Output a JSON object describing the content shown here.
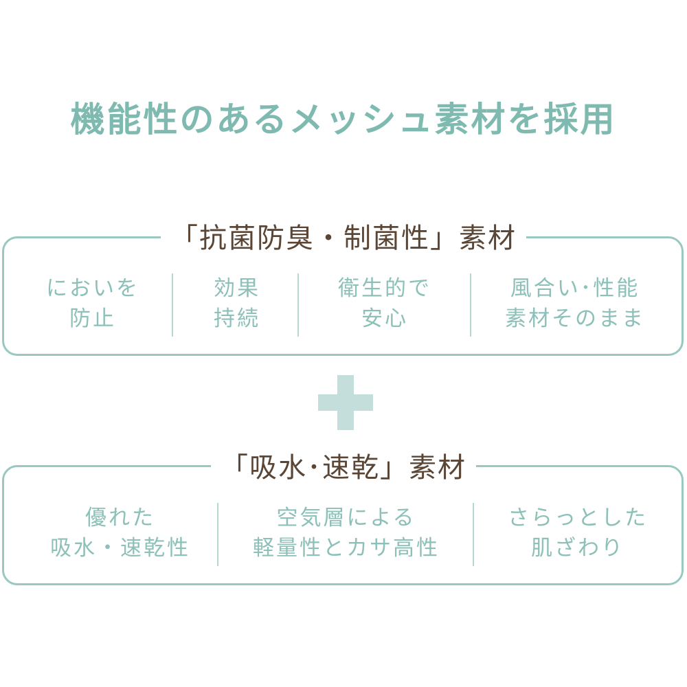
{
  "page": {
    "title": "機能性のあるメッシュ素材を採用"
  },
  "sections": [
    {
      "heading": "「抗菌防臭・制菌性」素材",
      "features": [
        {
          "line1": "においを",
          "line2": "防止"
        },
        {
          "line1": "効果",
          "line2": "持続"
        },
        {
          "line1": "衛生的で",
          "line2": "安心"
        },
        {
          "line1": "風合い･性能",
          "line2": "素材そのまま"
        }
      ]
    },
    {
      "heading": "「吸水･速乾」素材",
      "features": [
        {
          "line1": "優れた",
          "line2": "吸水・速乾性"
        },
        {
          "line1": "空気層による",
          "line2": "軽量性とカサ高性"
        },
        {
          "line1": "さらっとした",
          "line2": "肌ざわり"
        }
      ]
    }
  ],
  "colors": {
    "accent_teal": "#7fbab1",
    "border": "#9ac8c1",
    "heading_brown": "#5b4636",
    "feature_text": "#8cc0b8",
    "plus": "#c3dedb"
  },
  "icons": {
    "combine": "plus-icon"
  }
}
